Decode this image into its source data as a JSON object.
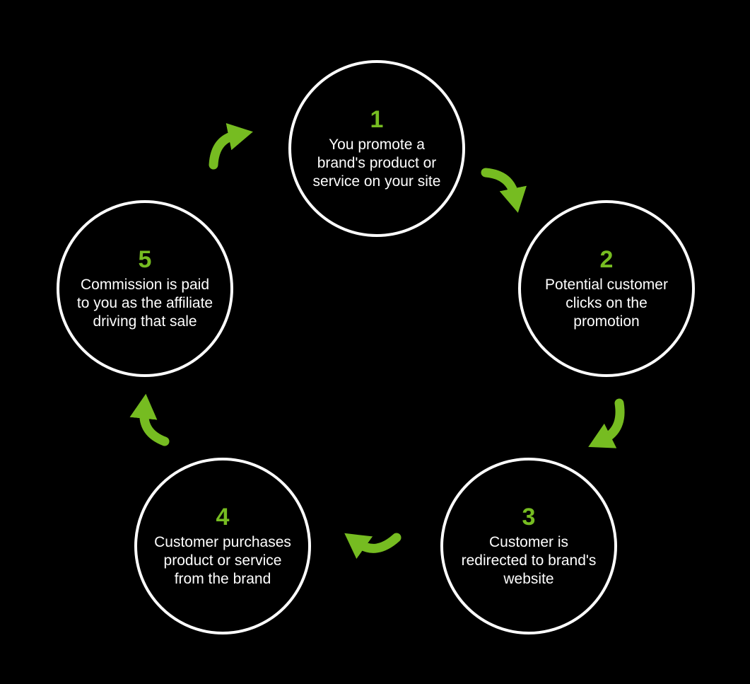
{
  "diagram": {
    "type": "cycle-diagram",
    "background_color": "#000000",
    "accent_color": "#76bc21",
    "circle_border_color": "#ffffff",
    "text_color": "#ffffff",
    "steps": [
      {
        "number": "1",
        "label": "You promote a brand's product or service on your site"
      },
      {
        "number": "2",
        "label": "Potential customer clicks on the promotion"
      },
      {
        "number": "3",
        "label": "Customer is redirected to brand's website"
      },
      {
        "number": "4",
        "label": "Customer purchases product or service from the brand"
      },
      {
        "number": "5",
        "label": "Commission is paid to you as the affiliate driving that sale"
      }
    ],
    "arrows": [
      {
        "icon": "curved-arrow-icon",
        "from": "5",
        "to": "1"
      },
      {
        "icon": "curved-arrow-icon",
        "from": "1",
        "to": "2"
      },
      {
        "icon": "curved-arrow-icon",
        "from": "2",
        "to": "3"
      },
      {
        "icon": "curved-arrow-icon",
        "from": "3",
        "to": "4"
      },
      {
        "icon": "curved-arrow-icon",
        "from": "4",
        "to": "5"
      }
    ]
  }
}
